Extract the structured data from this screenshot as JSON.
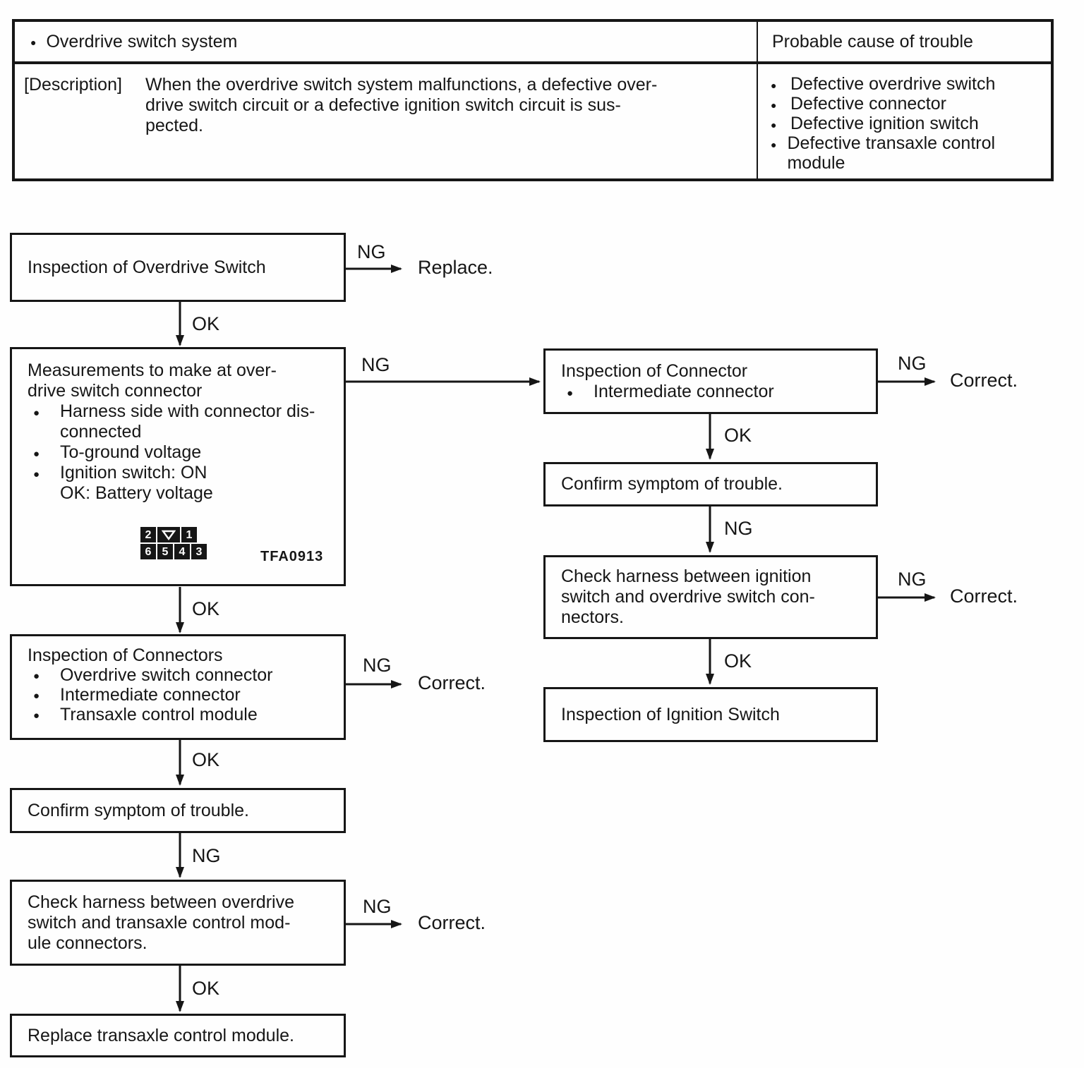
{
  "labels": {
    "ng": "NG",
    "ok": "OK",
    "replace": "Replace.",
    "correct": "Correct."
  },
  "glyphs": {
    "bullet": "●"
  },
  "summary_table": {
    "subject": "Overdrive switch system",
    "cause_header": "Probable cause of trouble",
    "description_label": "[Description]",
    "description_lines": [
      "When the overdrive switch system malfunctions, a defective over-",
      "drive switch circuit or a defective ignition switch circuit is sus-",
      "pected."
    ],
    "causes": [
      "Defective overdrive switch",
      "Defective connector",
      "Defective ignition switch",
      "Defective transaxle control module"
    ]
  },
  "flow": {
    "inspect_overdrive_switch": {
      "title": "Inspection of Overdrive Switch"
    },
    "measurements": {
      "title_lines": [
        "Measurements to make at over-",
        "drive switch connector"
      ],
      "bullet1_lines": [
        "Harness side with connector dis-",
        "connected"
      ],
      "bullet2": "To-ground voltage",
      "bullet3": "Ignition switch: ON",
      "note": "OK: Battery voltage",
      "figure_code": "TFA0913",
      "connector": {
        "top": [
          "2",
          "1"
        ],
        "bottom": [
          "6",
          "5",
          "4",
          "3"
        ]
      }
    },
    "inspect_connectors": {
      "title": "Inspection of Connectors",
      "items": [
        "Overdrive switch connector",
        "Intermediate connector",
        "Transaxle control module"
      ]
    },
    "confirm_symptom_left": {
      "title": "Confirm symptom of trouble."
    },
    "check_harness_left": {
      "lines": [
        "Check harness between overdrive",
        "switch and transaxle control mod-",
        "ule connectors."
      ]
    },
    "replace_module": {
      "title": "Replace transaxle control module."
    },
    "inspect_connector_right": {
      "title": "Inspection of Connector",
      "items": [
        "Intermediate connector"
      ]
    },
    "confirm_symptom_right": {
      "title": "Confirm symptom of trouble."
    },
    "check_harness_right": {
      "lines": [
        "Check harness between ignition",
        "switch and overdrive switch con-",
        "nectors."
      ]
    },
    "inspect_ignition": {
      "title": "Inspection of Ignition Switch"
    }
  }
}
